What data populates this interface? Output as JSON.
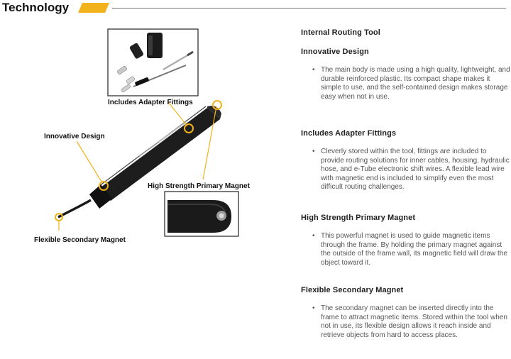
{
  "header": {
    "title": "Technology",
    "accent_color": "#f2b21b"
  },
  "diagram": {
    "callouts": {
      "adapter": "Includes Adapter Fittings",
      "design": "Innovative Design",
      "primary": "High Strength Primary Magnet",
      "secondary": "Flexible Secondary Magnet"
    }
  },
  "content": {
    "title": "Internal Routing Tool",
    "sections": [
      {
        "heading": "Innovative Design",
        "body": "The main body is made using a high quality, lightweight, and durable reinforced plastic. Its compact shape makes it simple to use, and the self-contained design makes storage easy when not in use."
      },
      {
        "heading": "Includes Adapter Fittings",
        "body": "Cleverly stored within the tool, fittings are included to provide routing solutions for inner cables, housing, hydraulic hose, and e-Tube electronic shift wires. A flexible lead wire with magnetic end is included to simplify even the most difficult routing challenges."
      },
      {
        "heading": "High Strength Primary Magnet",
        "body": "This powerful magnet is used to guide magnetic items through the frame. By holding the primary magnet against the outside of the frame wall, its magnetic field will draw the object toward it."
      },
      {
        "heading": "Flexible Secondary Magnet",
        "body": "The secondary magnet can be inserted directly into the frame to attract magnetic items. Stored within the tool when not in use, its flexible design allows it reach inside and retrieve objects from hard to access places."
      }
    ]
  }
}
